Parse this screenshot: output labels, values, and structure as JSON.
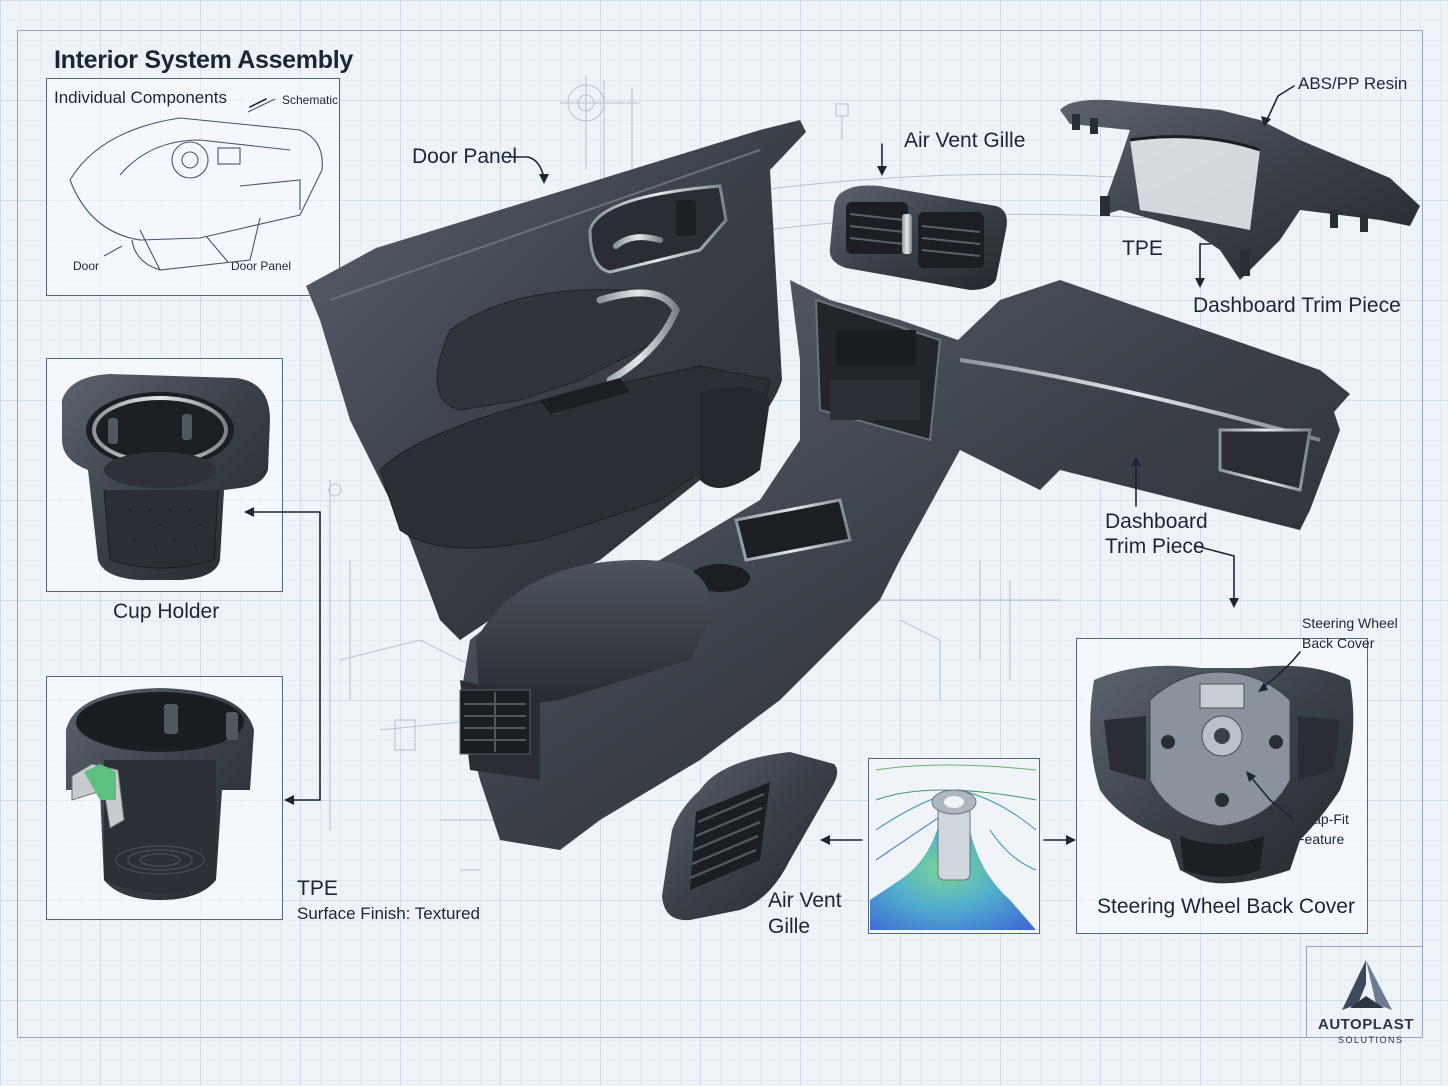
{
  "title": "Interior System Assembly",
  "inset": {
    "heading": "Individual Components",
    "schematic_label": "Schematic",
    "door_label": "Door",
    "door_panel_label": "Door Panel"
  },
  "labels": {
    "door_panel": "Door Panel",
    "air_vent_top": "Air Vent Gille",
    "abs_pp": "ABS/PP Resin",
    "tpe_top": "TPE",
    "dashboard_trim_top": "Dashboard Trim Piece",
    "dashboard_trim_mid_1": "Dashboard",
    "dashboard_trim_mid_2": "Trim Piece",
    "cup_holder": "Cup Holder",
    "tpe_bottom": "TPE",
    "surface_finish": "Surface Finish: Textured",
    "air_vent_bottom_1": "Air Vent",
    "air_vent_bottom_2": "Gille",
    "steering_cover_top_1": "Steering Wheel",
    "steering_cover_top_2": "Back Cover",
    "snap_fit_1": "Snap-Fit",
    "snap_fit_2": "Feature",
    "steering_cover_bottom": "Steering Wheel Back Cover"
  },
  "logo": {
    "name": "AUTOPLAST",
    "sub": "SOLUTIONS"
  },
  "colors": {
    "part": "#3a3f46",
    "part_dark": "#23272d",
    "part_light": "#5a616b",
    "line": "#1b2633",
    "accent_green": "#3aa86b",
    "accent_blue": "#2f7fd1"
  }
}
